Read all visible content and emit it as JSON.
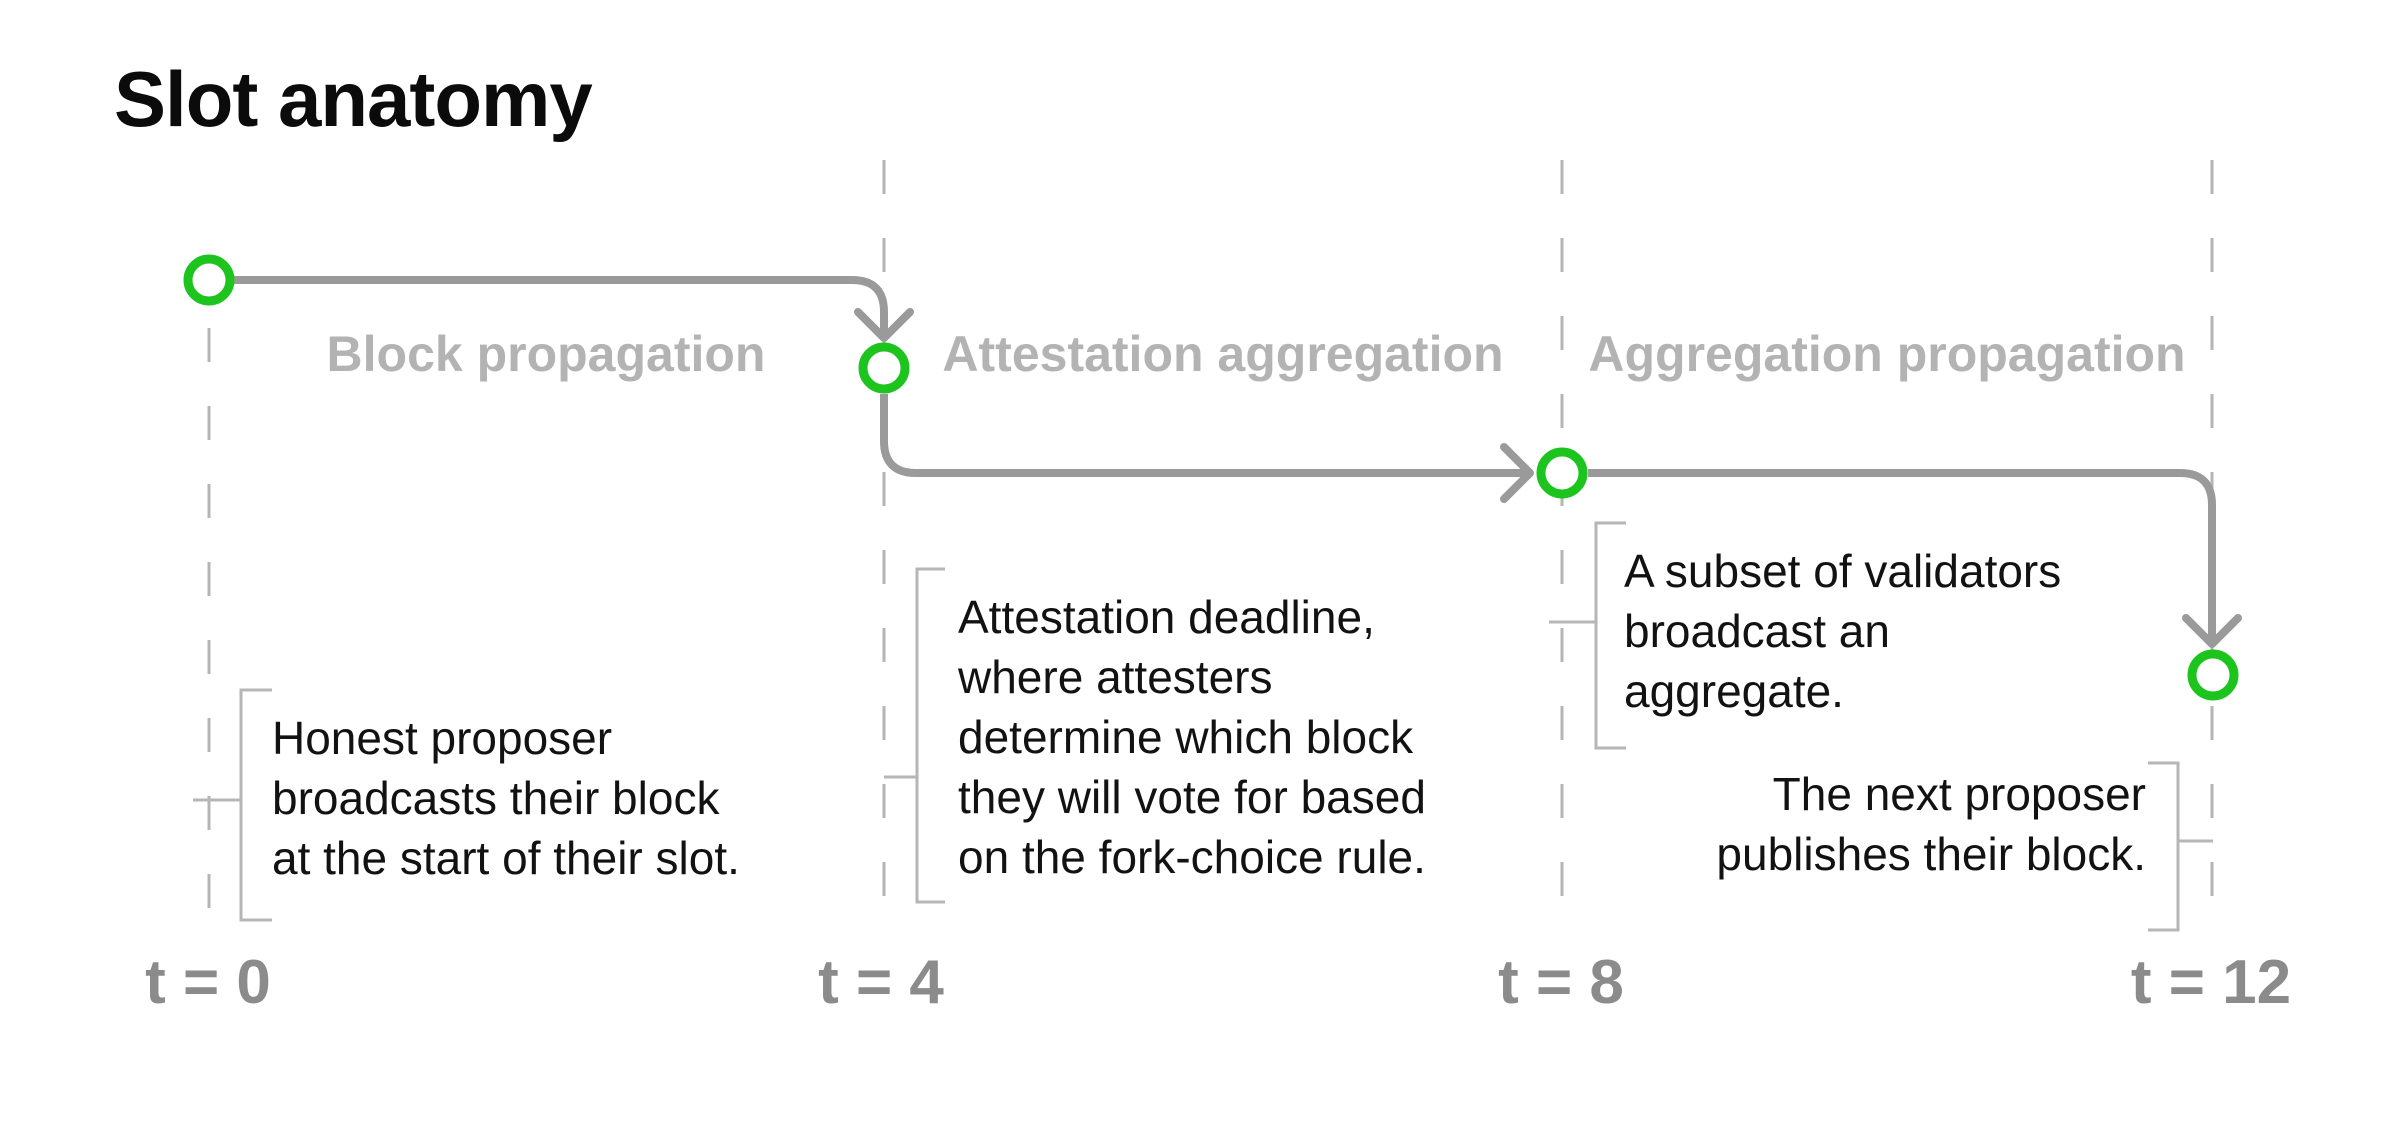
{
  "title": "Slot anatomy",
  "colors": {
    "accent_green": "#1ec41e",
    "connector_gray": "#9a9a9a",
    "dashed_gray": "#b4b4b4",
    "bracket_gray": "#b6b6b6",
    "phase_label_gray": "#b3b3b3",
    "time_label_gray": "#8b8b8b",
    "text_color": "#121212",
    "title_color": "#0b0b0b",
    "background": "#ffffff"
  },
  "phases": [
    {
      "label": "Block propagation"
    },
    {
      "label": "Attestation aggregation"
    },
    {
      "label": "Aggregation propagation"
    }
  ],
  "time_labels": [
    "t = 0",
    "t = 4",
    "t = 8",
    "t = 12"
  ],
  "annotations": [
    {
      "id": "proposal",
      "lines": [
        "Honest proposer",
        "broadcasts their block",
        "at the start of their slot."
      ]
    },
    {
      "id": "attestation-deadline",
      "lines": [
        "Attestation deadline,",
        "where attesters",
        "determine which block",
        "they will vote for based",
        "on the fork-choice rule."
      ]
    },
    {
      "id": "aggregate-broadcast",
      "lines": [
        "A subset of validators",
        "broadcast an",
        "aggregate."
      ]
    },
    {
      "id": "next-proposer",
      "lines": [
        "The next proposer",
        "publishes their block."
      ]
    }
  ]
}
